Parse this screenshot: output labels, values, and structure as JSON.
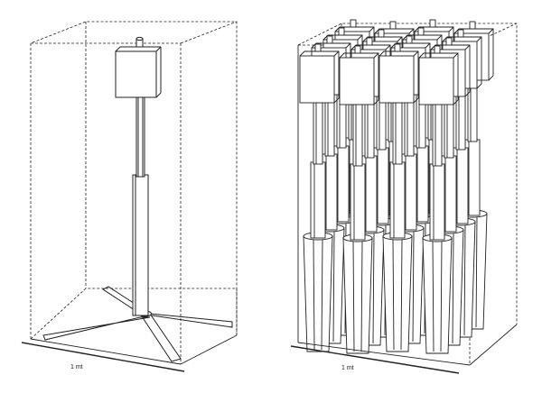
{
  "figure": {
    "panels": [
      {
        "id": "single",
        "scale_label": "1 mt",
        "units_shown": 1
      },
      {
        "id": "grid",
        "scale_label": "1 mt",
        "units_shown": 16,
        "grid_rows": 4,
        "grid_cols": 4
      }
    ]
  }
}
